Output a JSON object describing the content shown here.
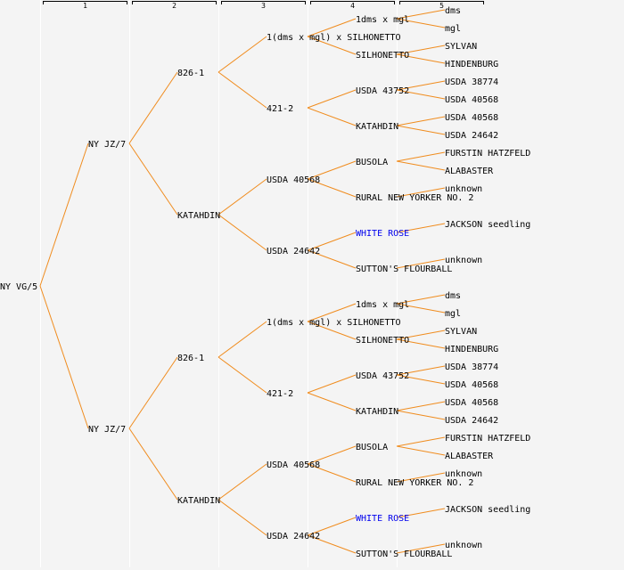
{
  "title": "Pedigree tree: NY VG/5",
  "colors": {
    "background": "#f4f4f4",
    "connector": "#f08c1e",
    "column_separator": "#ffffff",
    "text": "#000000",
    "link_text": "#0000ee"
  },
  "generations": [
    {
      "label": "1"
    },
    {
      "label": "2"
    },
    {
      "label": "3"
    },
    {
      "label": "4"
    },
    {
      "label": "5"
    }
  ],
  "pedigree": {
    "name": "NY VG/5",
    "parents": [
      {
        "name": "NY JZ/7",
        "parents": [
          {
            "name": "826-1",
            "parents": [
              {
                "name": "1(dms x mgl) x SILHONETTO",
                "parents": [
                  {
                    "name": "1dms x mgl",
                    "parents": [
                      {
                        "name": "dms"
                      },
                      {
                        "name": "mgl"
                      }
                    ]
                  },
                  {
                    "name": "SILHONETTO",
                    "parents": [
                      {
                        "name": "SYLVAN"
                      },
                      {
                        "name": "HINDENBURG"
                      }
                    ]
                  }
                ]
              },
              {
                "name": "421-2",
                "parents": [
                  {
                    "name": "USDA 43752",
                    "parents": [
                      {
                        "name": "USDA 38774"
                      },
                      {
                        "name": "USDA 40568"
                      }
                    ]
                  },
                  {
                    "name": "KATAHDIN",
                    "parents": [
                      {
                        "name": "USDA 40568"
                      },
                      {
                        "name": "USDA 24642"
                      }
                    ]
                  }
                ]
              }
            ]
          },
          {
            "name": "KATAHDIN",
            "parents": [
              {
                "name": "USDA 40568",
                "parents": [
                  {
                    "name": "BUSOLA",
                    "parents": [
                      {
                        "name": "FURSTIN HATZFELD"
                      },
                      {
                        "name": "ALABASTER"
                      }
                    ]
                  },
                  {
                    "name": "RURAL NEW YORKER NO. 2",
                    "parents": [
                      {
                        "name": "unknown"
                      },
                      null
                    ]
                  }
                ]
              },
              {
                "name": "USDA 24642",
                "parents": [
                  {
                    "name": "WHITE ROSE",
                    "link": true,
                    "parents": [
                      {
                        "name": "JACKSON seedling"
                      },
                      null
                    ]
                  },
                  {
                    "name": "SUTTON'S FLOURBALL",
                    "parents": [
                      {
                        "name": "unknown"
                      },
                      null
                    ]
                  }
                ]
              }
            ]
          }
        ]
      },
      {
        "name": "NY JZ/7",
        "parents": [
          {
            "name": "826-1",
            "parents": [
              {
                "name": "1(dms x mgl) x SILHONETTO",
                "parents": [
                  {
                    "name": "1dms x mgl",
                    "parents": [
                      {
                        "name": "dms"
                      },
                      {
                        "name": "mgl"
                      }
                    ]
                  },
                  {
                    "name": "SILHONETTO",
                    "parents": [
                      {
                        "name": "SYLVAN"
                      },
                      {
                        "name": "HINDENBURG"
                      }
                    ]
                  }
                ]
              },
              {
                "name": "421-2",
                "parents": [
                  {
                    "name": "USDA 43752",
                    "parents": [
                      {
                        "name": "USDA 38774"
                      },
                      {
                        "name": "USDA 40568"
                      }
                    ]
                  },
                  {
                    "name": "KATAHDIN",
                    "parents": [
                      {
                        "name": "USDA 40568"
                      },
                      {
                        "name": "USDA 24642"
                      }
                    ]
                  }
                ]
              }
            ]
          },
          {
            "name": "KATAHDIN",
            "parents": [
              {
                "name": "USDA 40568",
                "parents": [
                  {
                    "name": "BUSOLA",
                    "parents": [
                      {
                        "name": "FURSTIN HATZFELD"
                      },
                      {
                        "name": "ALABASTER"
                      }
                    ]
                  },
                  {
                    "name": "RURAL NEW YORKER NO. 2",
                    "parents": [
                      {
                        "name": "unknown"
                      },
                      null
                    ]
                  }
                ]
              },
              {
                "name": "USDA 24642",
                "parents": [
                  {
                    "name": "WHITE ROSE",
                    "link": true,
                    "parents": [
                      {
                        "name": "JACKSON seedling"
                      },
                      null
                    ]
                  },
                  {
                    "name": "SUTTON'S FLOURBALL",
                    "parents": [
                      {
                        "name": "unknown"
                      },
                      null
                    ]
                  }
                ]
              }
            ]
          }
        ]
      }
    ]
  }
}
